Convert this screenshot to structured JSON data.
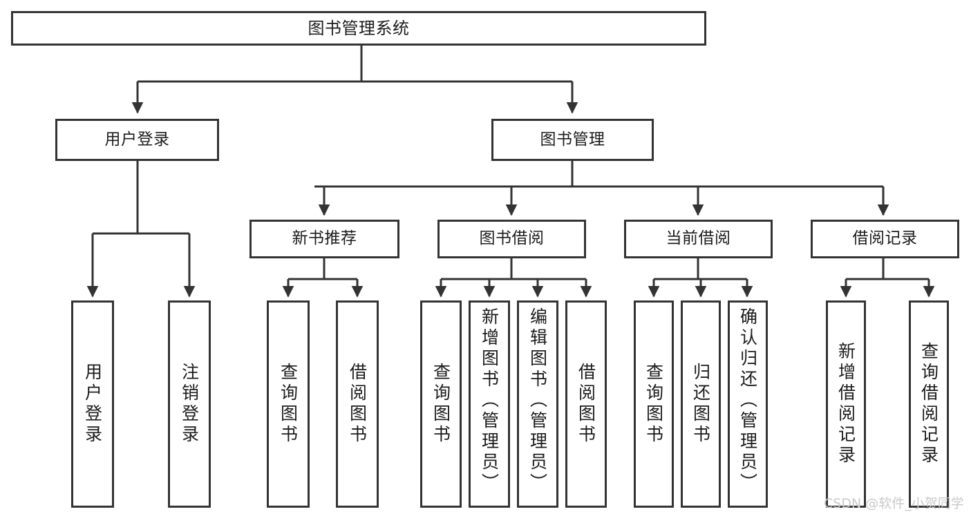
{
  "diagram": {
    "title": "图书管理系统",
    "type": "hierarchy-tree",
    "colors": {
      "box_border": "#333333",
      "box_fill": "#ffffff",
      "connector": "#333333",
      "text": "#1b1b1b",
      "watermark": "#c9c9c9",
      "background": "#ffffff"
    },
    "root": {
      "label": "图书管理系统"
    },
    "level2": [
      {
        "label": "用户登录"
      },
      {
        "label": "图书管理"
      }
    ],
    "level3": [
      {
        "label": "新书推荐"
      },
      {
        "label": "图书借阅"
      },
      {
        "label": "当前借阅"
      },
      {
        "label": "借阅记录"
      }
    ],
    "leaves": {
      "user_login": [
        {
          "label": "用户登录"
        },
        {
          "label": "注销登录"
        }
      ],
      "new_book_recommend": [
        {
          "label": "查询图书"
        },
        {
          "label": "借阅图书"
        }
      ],
      "book_borrow": [
        {
          "label": "查询图书"
        },
        {
          "label": "新增图书（管理员）"
        },
        {
          "label": "编辑图书（管理员）"
        },
        {
          "label": "借阅图书"
        }
      ],
      "current_borrow": [
        {
          "label": "查询图书"
        },
        {
          "label": "归还图书"
        },
        {
          "label": "确认归还（管理员）"
        }
      ],
      "borrow_record": [
        {
          "label": "新增借阅记录"
        },
        {
          "label": "查询借阅记录"
        }
      ]
    },
    "watermark": "CSDN @软件_小贺同学"
  }
}
